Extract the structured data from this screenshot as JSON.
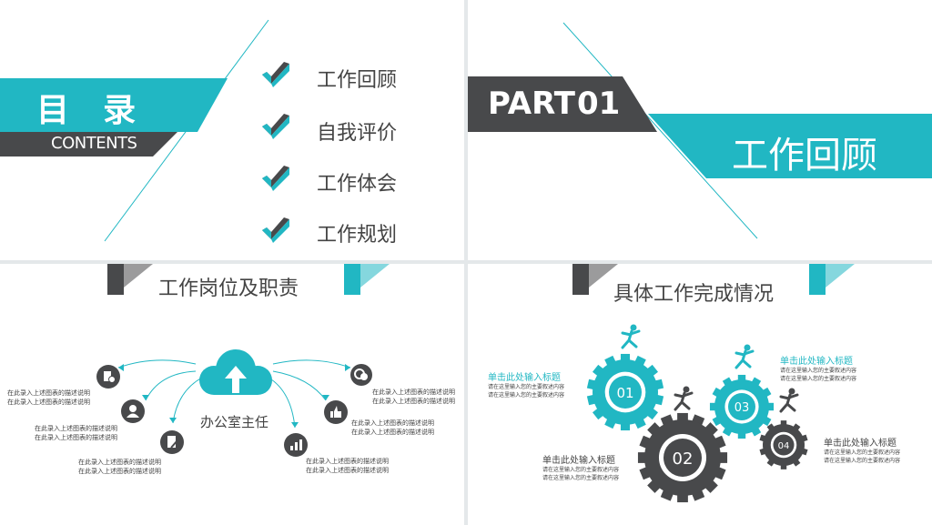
{
  "colors": {
    "teal": "#21b7c3",
    "dark": "#48494b",
    "text": "#444444"
  },
  "slide1": {
    "title": "目  录",
    "subtitle": "CONTENTS",
    "items": [
      "工作回顾",
      "自我评价",
      "工作体会",
      "工作规划"
    ],
    "item_icon": "chevron-check-icon"
  },
  "slide2": {
    "part_label": "PART",
    "part_number": "01",
    "title": "工作回顾"
  },
  "slide3": {
    "title": "工作岗位及职责",
    "center_label": "办公室主任",
    "center_icon": "cloud-upload-icon",
    "nodes": [
      {
        "icon": "document-gear-icon",
        "lines": [
          "在此录入上述图表的描述说明",
          "在此录入上述图表的描述说明"
        ]
      },
      {
        "icon": "person-icon",
        "lines": [
          "在此录入上述图表的描述说明",
          "在此录入上述图表的描述说明"
        ]
      },
      {
        "icon": "document-edit-icon",
        "lines": [
          "在此录入上述图表的描述说明",
          "在此录入上述图表的描述说明"
        ]
      },
      {
        "icon": "money-icon",
        "lines": [
          "在此录入上述图表的描述说明",
          "在此录入上述图表的描述说明"
        ]
      },
      {
        "icon": "thumbs-up-icon",
        "lines": [
          "在此录入上述图表的描述说明",
          "在此录入上述图表的描述说明"
        ]
      },
      {
        "icon": "bar-chart-icon",
        "lines": [
          "在此录入上述图表的描述说明",
          "在此录入上述图表的描述说明"
        ]
      }
    ]
  },
  "slide4": {
    "title": "具体工作完成情况",
    "gears": [
      {
        "number": "01",
        "color": "#21b7c3"
      },
      {
        "number": "02",
        "color": "#48494b"
      },
      {
        "number": "03",
        "color": "#21b7c3"
      },
      {
        "number": "04",
        "color": "#48494b"
      }
    ],
    "blocks": [
      {
        "title": "单击此处输入标题",
        "lines": [
          "请在这里输入您的主要叙述内容",
          "请在这里输入您的主要叙述内容"
        ]
      },
      {
        "title": "单击此处输入标题",
        "lines": [
          "请在这里输入您的主要叙述内容",
          "请在这里输入您的主要叙述内容"
        ]
      },
      {
        "title": "单击此处输入标题",
        "lines": [
          "请在这里输入您的主要叙述内容",
          "请在这里输入您的主要叙述内容"
        ]
      },
      {
        "title": "单击此处输入标题",
        "lines": [
          "请在这里输入您的主要叙述内容",
          "请在这里输入您的主要叙述内容"
        ]
      }
    ]
  }
}
